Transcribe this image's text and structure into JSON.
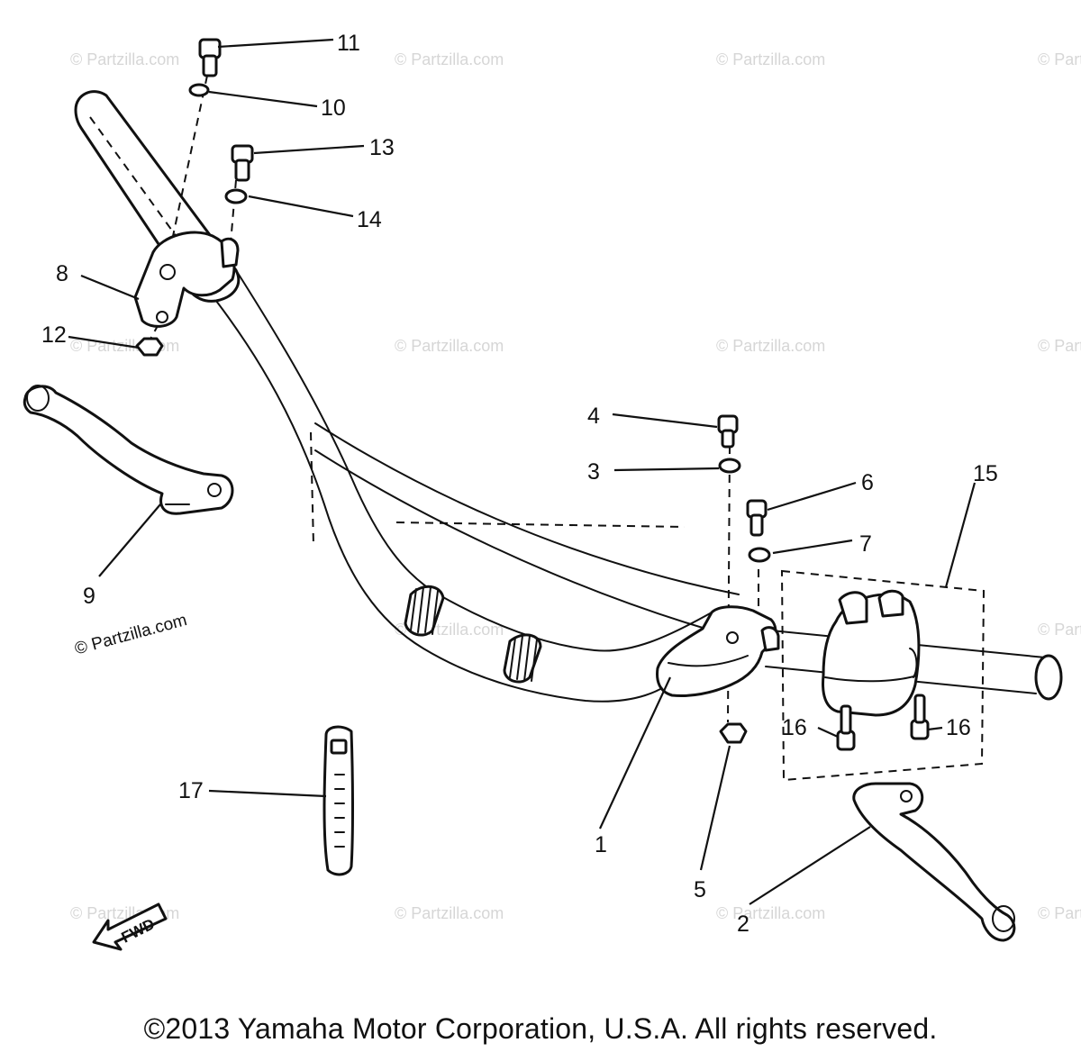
{
  "watermark": "© Partzilla.com",
  "inline_watermark": "© Partzilla.com",
  "fwd_label": "FWD",
  "copyright": "©2013 Yamaha Motor Corporation, U.S.A. All rights reserved.",
  "callouts": {
    "c1": "1",
    "c2": "2",
    "c3": "3",
    "c4": "4",
    "c5": "5",
    "c6": "6",
    "c7": "7",
    "c8": "8",
    "c9": "9",
    "c10": "10",
    "c11": "11",
    "c12": "12",
    "c13": "13",
    "c14": "14",
    "c15": "15",
    "c16a": "16",
    "c16b": "16",
    "c17": "17"
  }
}
